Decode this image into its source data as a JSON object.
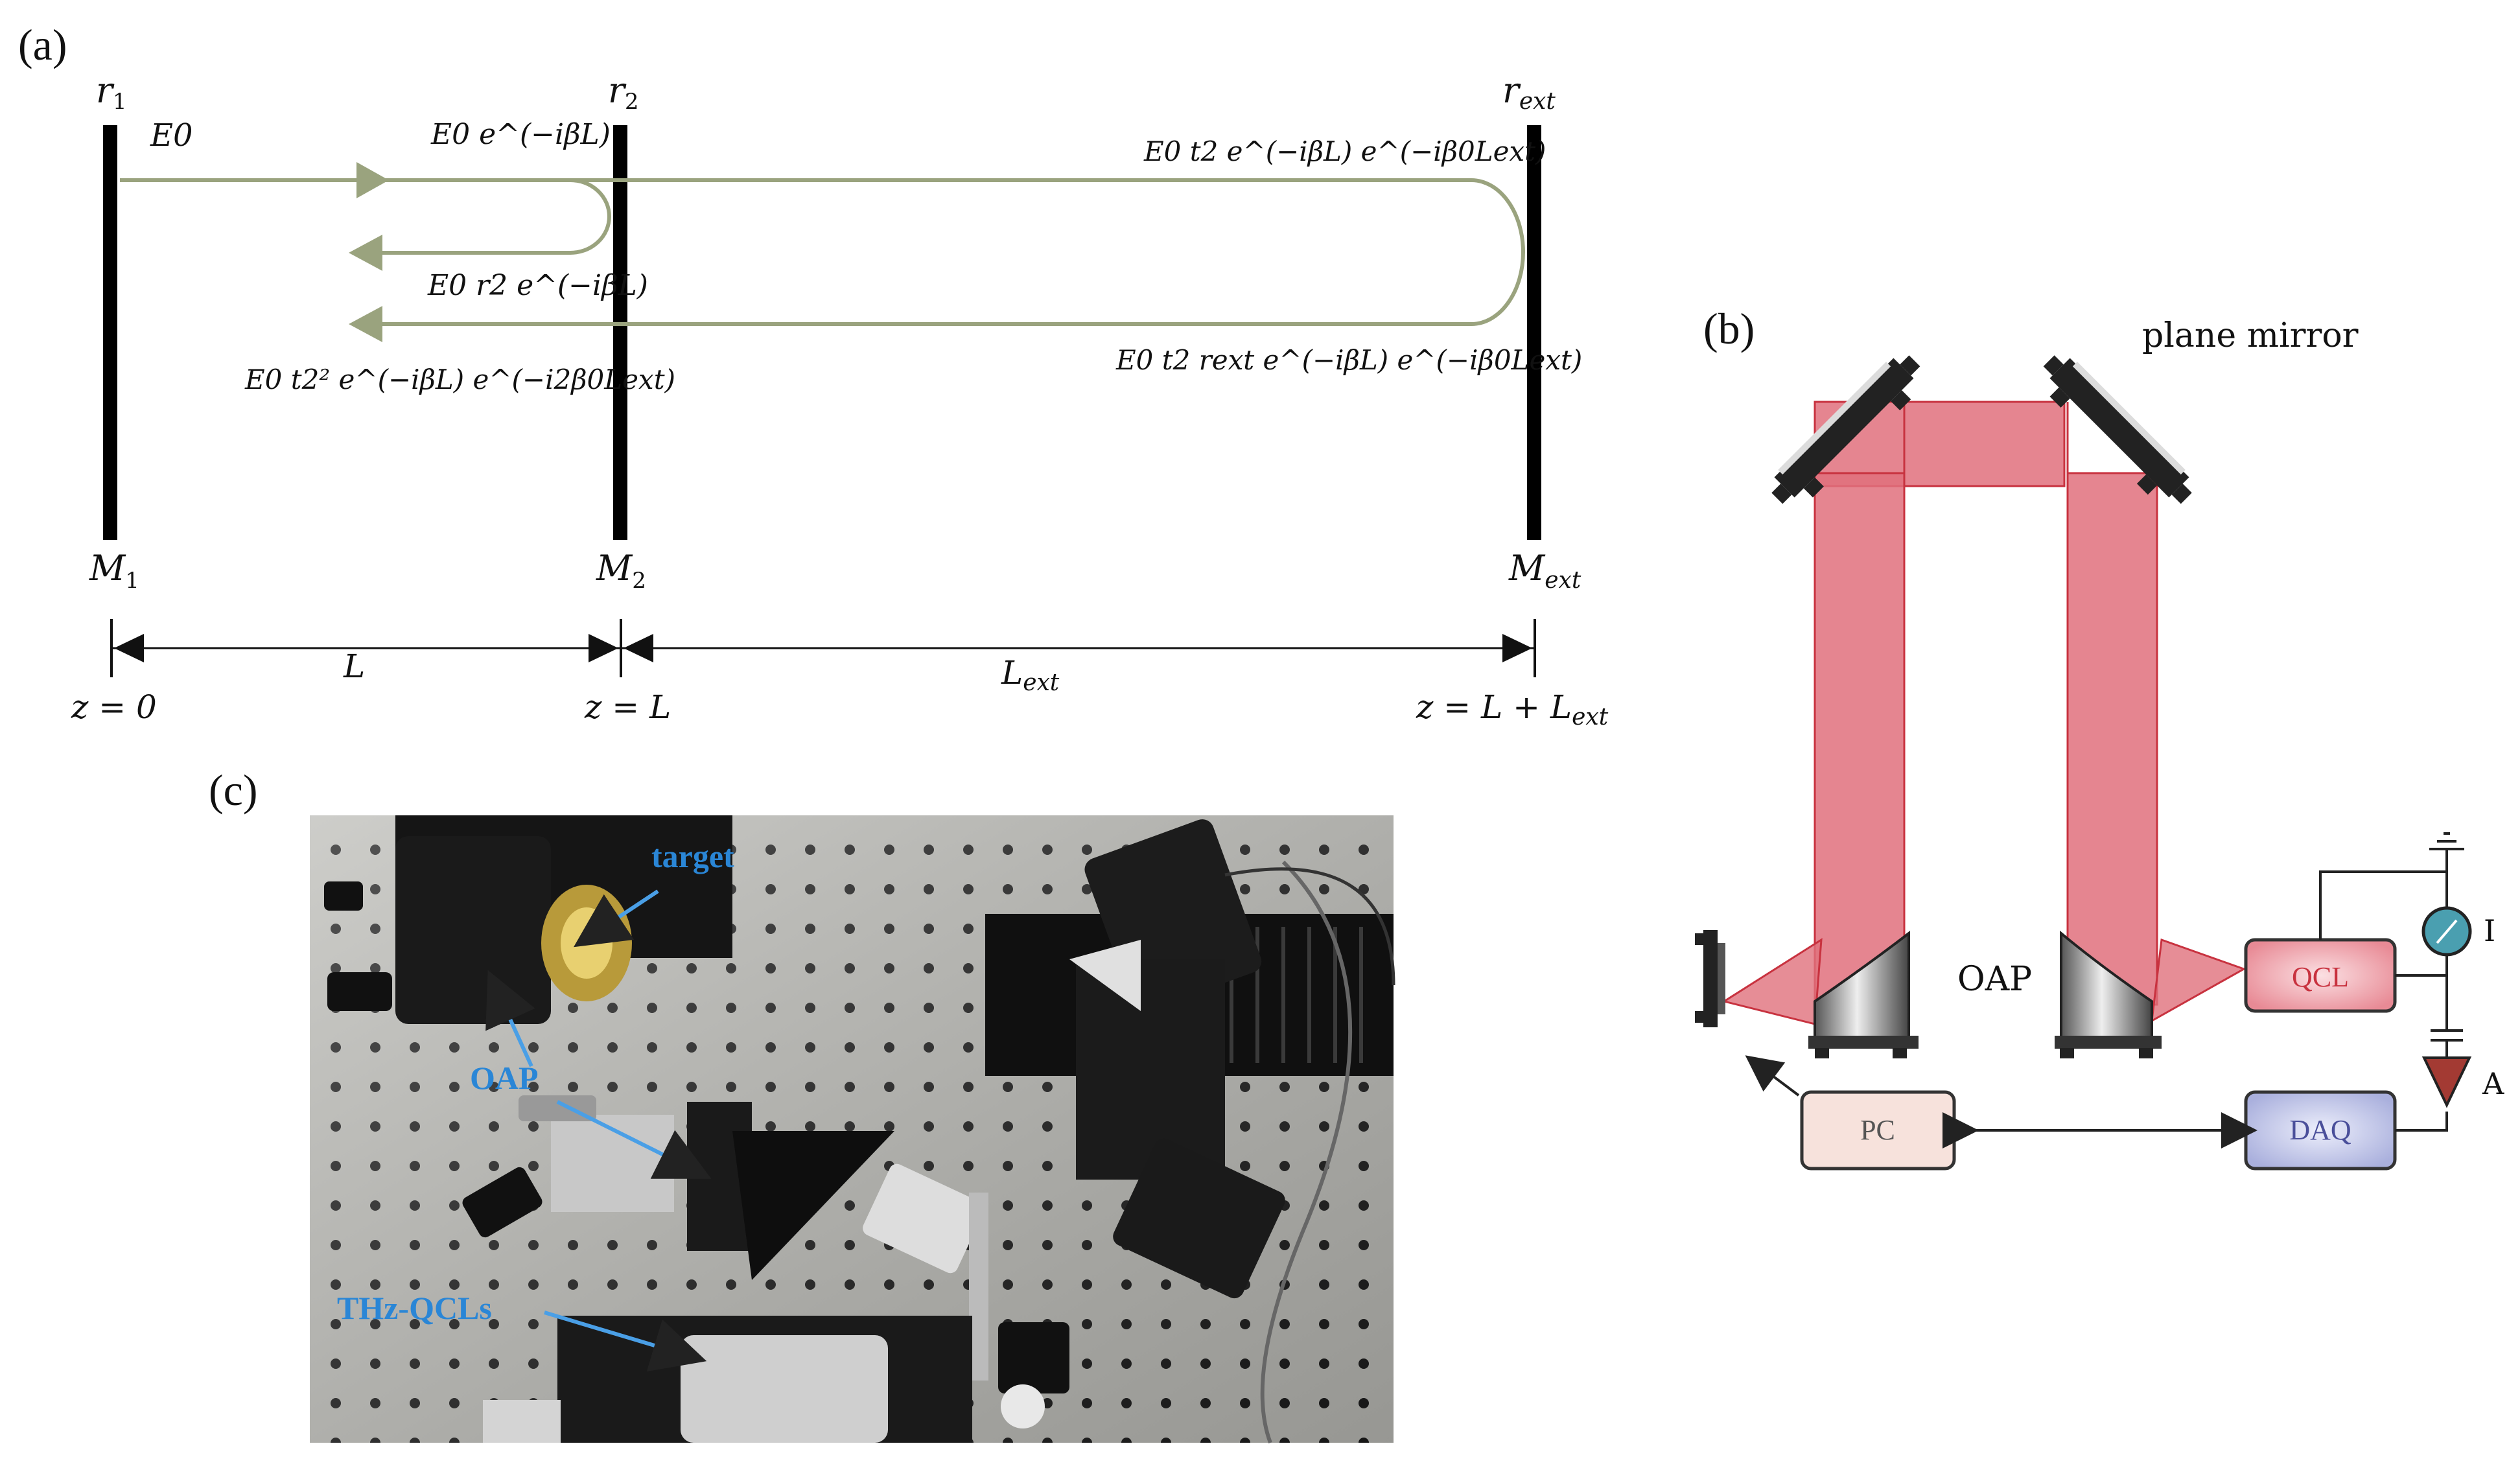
{
  "panels": {
    "a": "(a)",
    "b": "(b)",
    "c": "(c)"
  },
  "panel_a": {
    "reflectivities": {
      "r1": "r",
      "r1_sub": "1",
      "r2": "r",
      "r2_sub": "2",
      "rext": "r",
      "rext_sub": "ext"
    },
    "mirrors": {
      "m1": "M",
      "m1_sub": "1",
      "m2": "M",
      "m2_sub": "2",
      "mext": "M",
      "mext_sub": "ext"
    },
    "fields": {
      "e0": "E0",
      "e0_prop": "E0 e^(−iβL)",
      "e0_r2": "E0 r2 e^(−iβL)",
      "e0_t2sq": "E0 t2² e^(−iβL) e^(−i2β0Lext)",
      "e0_t2_ext": "E0 t2 e^(−iβL) e^(−iβ0Lext)",
      "e0_t2_rext": "E0 t2 rext e^(−iβL) e^(−iβ0Lext)"
    },
    "lengths": {
      "L": "L",
      "Lext": "L",
      "Lext_sub": "ext"
    },
    "positions": {
      "z0": "z = 0",
      "zL": "z = L",
      "zLext": "z = L + L",
      "zLext_sub": "ext"
    }
  },
  "panel_b": {
    "plane_mirror": "plane mirror",
    "oap": "OAP",
    "qcl": "QCL",
    "pc": "PC",
    "daq": "DAQ",
    "current": "I",
    "amp": "A"
  },
  "panel_c": {
    "target": "target",
    "oap": "OAP",
    "thz": "THz-QCLs"
  },
  "colors": {
    "beam": "#e0707c",
    "beam_edge": "#c8323f",
    "wave": "#9aa37e",
    "qcl_fill": "#f3b4bb",
    "pc_fill": "#f7e2dc",
    "daq_fill": "#c9cbe8",
    "label_blue": "#2a86d6"
  }
}
